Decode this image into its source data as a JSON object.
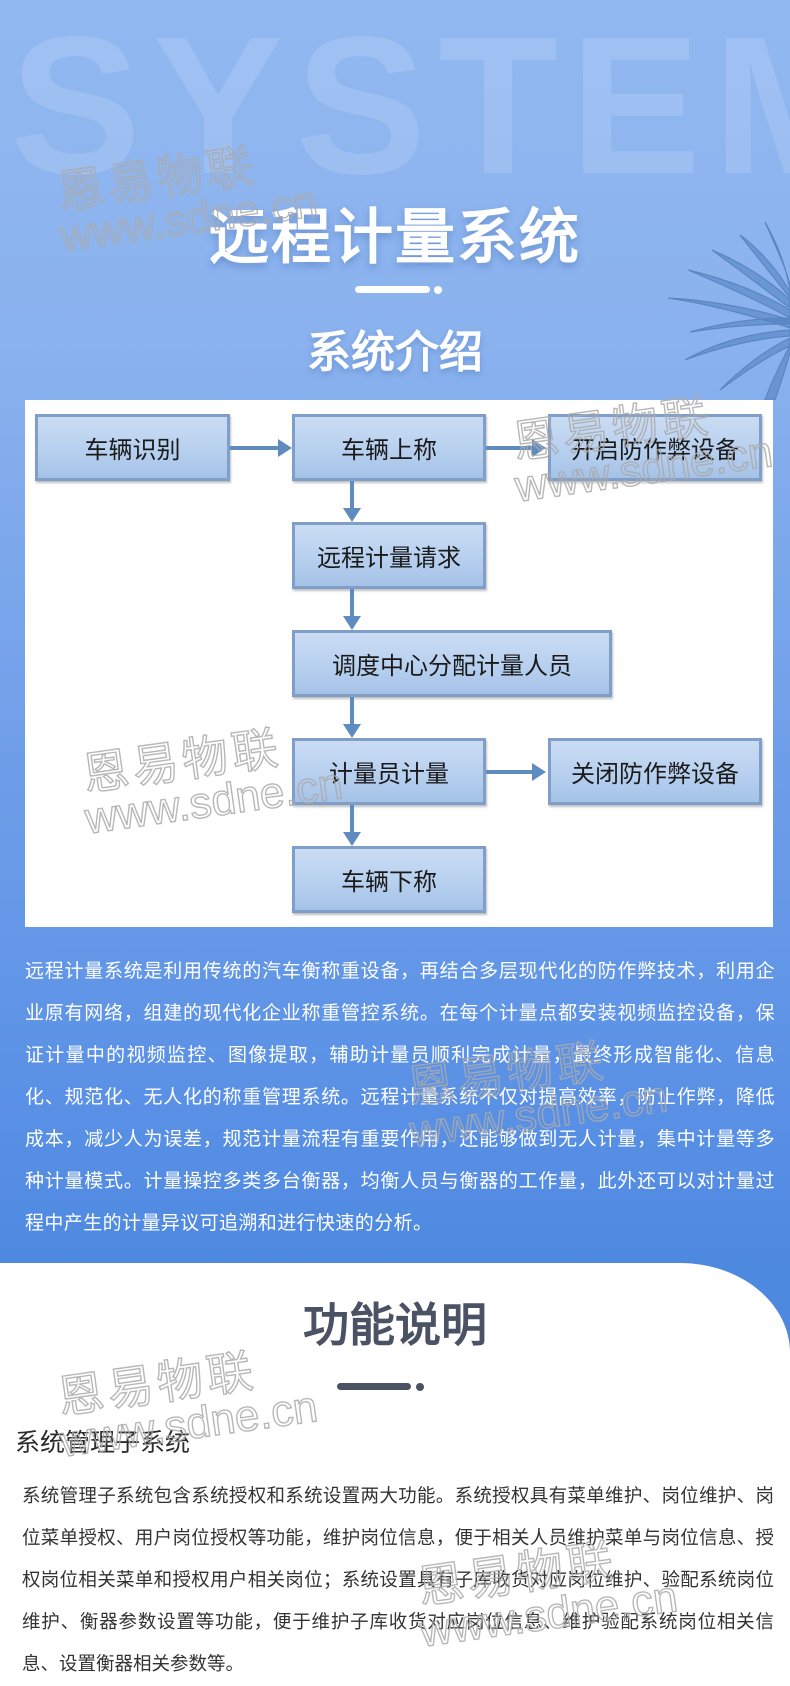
{
  "hero": {
    "background_word": "SYSTEM",
    "title": "远程计量系统",
    "subtitle": "系统介绍",
    "colors": {
      "title": "#ffffff",
      "divider": "#ffffff"
    }
  },
  "flowchart": {
    "nodes": [
      {
        "id": "vehicle-identify",
        "label": "车辆识别"
      },
      {
        "id": "vehicle-on-scale",
        "label": "车辆上称"
      },
      {
        "id": "open-anti-cheat",
        "label": "开启防作弊设备"
      },
      {
        "id": "remote-request",
        "label": "远程计量请求"
      },
      {
        "id": "dispatch-assign",
        "label": "调度中心分配计量人员"
      },
      {
        "id": "operator-weigh",
        "label": "计量员计量"
      },
      {
        "id": "close-anti-cheat",
        "label": "关闭防作弊设备"
      },
      {
        "id": "vehicle-off-scale",
        "label": "车辆下称"
      }
    ],
    "edges": [
      [
        "车辆识别",
        "车辆上称"
      ],
      [
        "车辆上称",
        "开启防作弊设备"
      ],
      [
        "车辆上称",
        "远程计量请求"
      ],
      [
        "远程计量请求",
        "调度中心分配计量人员"
      ],
      [
        "调度中心分配计量人员",
        "计量员计量"
      ],
      [
        "计量员计量",
        "关闭防作弊设备"
      ],
      [
        "计量员计量",
        "车辆下称"
      ]
    ],
    "colors": {
      "box_fill": "#b7d0ef",
      "box_border": "#7f9fc8",
      "arrow": "#5f8cc0"
    }
  },
  "intro": {
    "text": "远程计量系统是利用传统的汽车衡称重设备，再结合多层现代化的防作弊技术，利用企业原有网络，组建的现代化企业称重管控系统。在每个计量点都安装视频监控设备，保证计量中的视频监控、图像提取，辅助计量员顺利完成计量，最终形成智能化、信息化、规范化、无人化的称重管理系统。远程计量系统不仅对提高效率，防止作弊，降低成本，减少人为误差，规范计量流程有重要作用，还能够做到无人计量，集中计量等多种计量模式。计量操控多类多台衡器，均衡人员与衡器的工作量，此外还可以对计量过程中产生的计量异议可追溯和进行快速的分析。"
  },
  "features": {
    "title": "功能说明",
    "colors": {
      "title": "#4a5263",
      "divider": "#4a5263"
    },
    "sections": [
      {
        "heading": "系统管理子系统",
        "text": "系统管理子系统包含系统授权和系统设置两大功能。系统授权具有菜单维护、岗位维护、岗位菜单授权、用户岗位授权等功能，维护岗位信息，便于相关人员维护菜单与岗位信息、授权岗位相关菜单和授权用户相关岗位；系统设置具有子库收货对应岗位维护、验配系统岗位维护、衡器参数设置等功能，便于维护子库收货对应岗位信息、维护验配系统岗位相关信息、设置衡器相关参数等。"
      }
    ]
  },
  "watermark": {
    "brand": "恩易物联",
    "url": "www.sdne.cn"
  }
}
